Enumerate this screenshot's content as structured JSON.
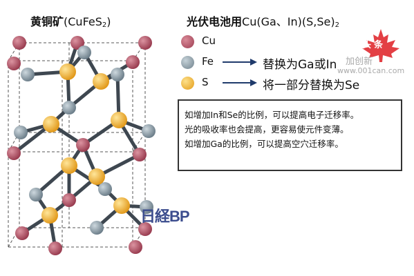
{
  "title_left": {
    "name": "黄铜矿",
    "formula": "(CuFeS",
    "sub": "2",
    "close": ")"
  },
  "title_right": {
    "name": "光伏电池用",
    "formula": "Cu(Ga、In)(S,Se)",
    "sub": "2"
  },
  "legend": [
    {
      "label": "Cu",
      "color": "#b55a6a",
      "icon": "cu-atom-icon"
    },
    {
      "label": "Fe",
      "color": "#8fa0aa",
      "icon": "fe-atom-icon"
    },
    {
      "label": "S",
      "color": "#f2bf3c",
      "icon": "s-atom-icon"
    }
  ],
  "substitutions": {
    "fe": "替换为Ga或In",
    "s": "将一部分替换为Se"
  },
  "notes": [
    "如增加In和Se的比例，可以提高电子迁移率。",
    "光的吸收率也会提高，更容易使元件变薄。",
    "如增加Ga的比例，可以提高空穴迁移率。"
  ],
  "source_logo": "日経BP",
  "watermark": {
    "corner": "头条",
    "brand": "加创新",
    "url": "www.001can.com"
  },
  "colors": {
    "cu": "#b55a6a",
    "fe": "#8fa0aa",
    "s": "#f2bf3c",
    "bond": "#3e4750",
    "arrow": "#1f3a6b"
  }
}
